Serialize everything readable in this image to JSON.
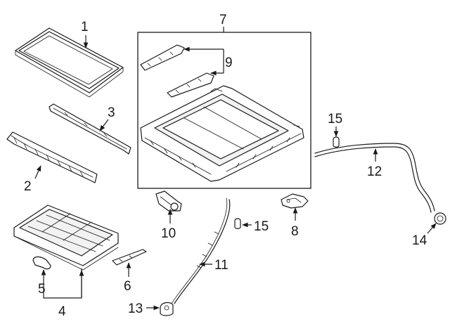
{
  "diagram": {
    "callouts": {
      "c1": "1",
      "c2": "2",
      "c3": "3",
      "c4": "4",
      "c5": "5",
      "c6": "6",
      "c7": "7",
      "c8": "8",
      "c9": "9",
      "c10": "10",
      "c11": "11",
      "c12": "12",
      "c13": "13",
      "c14": "14",
      "c15a": "15",
      "c15b": "15"
    }
  }
}
